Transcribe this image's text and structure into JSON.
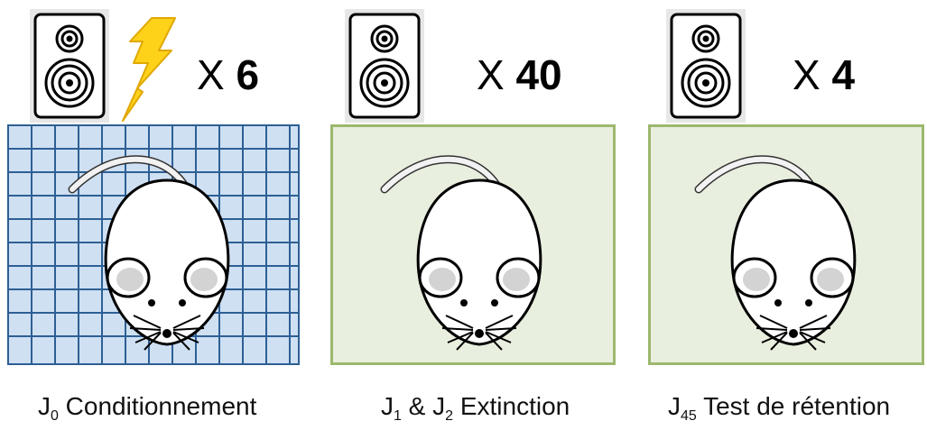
{
  "panels": [
    {
      "multiplier_prefix": "X",
      "multiplier_value": "6",
      "caption_main": "J",
      "caption_sub": "0",
      "caption_rest": " Conditionnement",
      "shock": true,
      "floor": "grid"
    },
    {
      "multiplier_prefix": "X",
      "multiplier_value": "40",
      "caption_main": "J",
      "caption_sub": "1",
      "caption_mid": " & J",
      "caption_sub2": "2",
      "caption_rest": " Extinction",
      "shock": false,
      "floor": "plain"
    },
    {
      "multiplier_prefix": "X",
      "multiplier_value": "4",
      "caption_main": "J",
      "caption_sub": "45",
      "caption_rest": " Test de rétention",
      "shock": false,
      "floor": "plain"
    }
  ],
  "colors": {
    "grid_cage_fill": "#cfe0f3",
    "grid_line": "#2e5f94",
    "plain_cage_fill": "#e9efdf",
    "plain_cage_border": "#9cb86e",
    "bolt_fill": "#ffd21a",
    "bolt_stroke": "#e0a800"
  },
  "icons": {
    "speaker": "speaker-icon",
    "lightning": "lightning-bolt-icon",
    "mouse": "mouse-icon"
  }
}
